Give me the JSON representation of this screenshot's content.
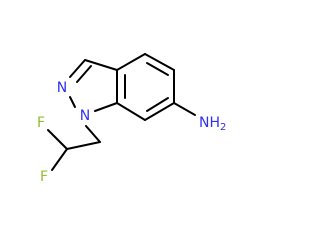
{
  "molecule": {
    "atoms": {
      "n2": {
        "label": "N",
        "color": "#3030f0"
      },
      "n1": {
        "label": "N",
        "color": "#3030f0"
      },
      "f_top": {
        "label": "F",
        "color": "#90c030"
      },
      "f_bottom": {
        "label": "F",
        "color": "#90c030"
      },
      "amine": {
        "label": "NH",
        "subscript": "2",
        "color": "#3030f0"
      }
    },
    "bond_color": "#000000"
  }
}
